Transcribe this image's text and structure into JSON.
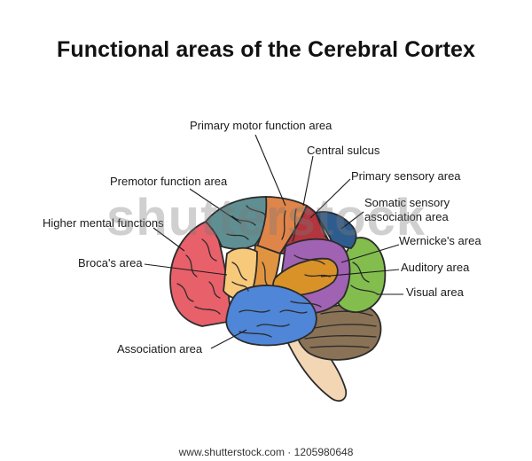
{
  "title": "Functional areas of the Cerebral Cortex",
  "labels": {
    "primary_motor": "Primary motor function area",
    "central_sulcus": "Central sulcus",
    "primary_sensory": "Primary sensory area",
    "premotor": "Premotor function area",
    "somatic_line1": "Somatic sensory",
    "somatic_line2": "association area",
    "higher_mental": "Higher mental functions",
    "wernicke": "Wernicke's area",
    "broca": "Broca's area",
    "auditory": "Auditory area",
    "visual": "Visual area",
    "association": "Association area"
  },
  "watermark": "shutterstock",
  "footer": "www.shutterstock.com · 1205980648",
  "colors": {
    "higher_mental": "#e8606a",
    "premotor": "#5f8f92",
    "primary_motor": "#e0854a",
    "primary_sensory": "#b3353d",
    "somatic_sensory": "#2f5c8e",
    "broca": "#f7c97a",
    "motor_strip": "#e09440",
    "wernicke": "#a062b2",
    "auditory": "#d99228",
    "visual": "#82bd4e",
    "association": "#4f86d8",
    "cerebellum": "#8a7256",
    "brainstem": "#f3d6b4"
  }
}
